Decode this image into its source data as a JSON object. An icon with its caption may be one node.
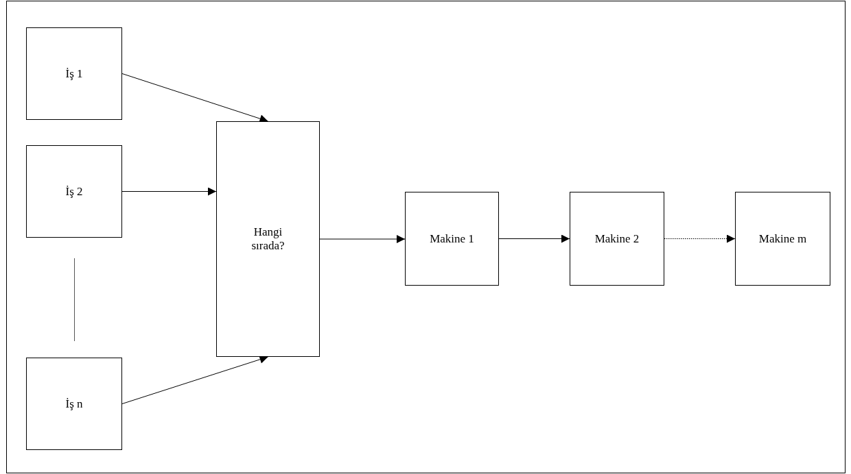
{
  "diagram": {
    "nodes": [
      {
        "text": [
          "İş 1"
        ]
      },
      {
        "text": [
          "İş 2"
        ]
      },
      {
        "text": [
          "İş n"
        ]
      },
      {
        "text": [
          "Hangi sırada?"
        ]
      },
      {
        "text": [
          "Makine 1"
        ]
      },
      {
        "text": [
          "Makine 2"
        ]
      },
      {
        "text": [
          "Makine m"
        ]
      }
    ],
    "edges": [
      {
        "from": 0,
        "to": 3,
        "arrow": "to"
      },
      {
        "from": 1,
        "to": 3,
        "arrow": "to"
      },
      {
        "from": 2,
        "to": 3,
        "arrow": "to"
      },
      {
        "from": 3,
        "to": 4,
        "arrow": "to"
      },
      {
        "from": 4,
        "to": 5,
        "arrow": "to"
      },
      {
        "from": 5,
        "to": 6,
        "arrow": "to",
        "style": "dashed"
      }
    ]
  }
}
